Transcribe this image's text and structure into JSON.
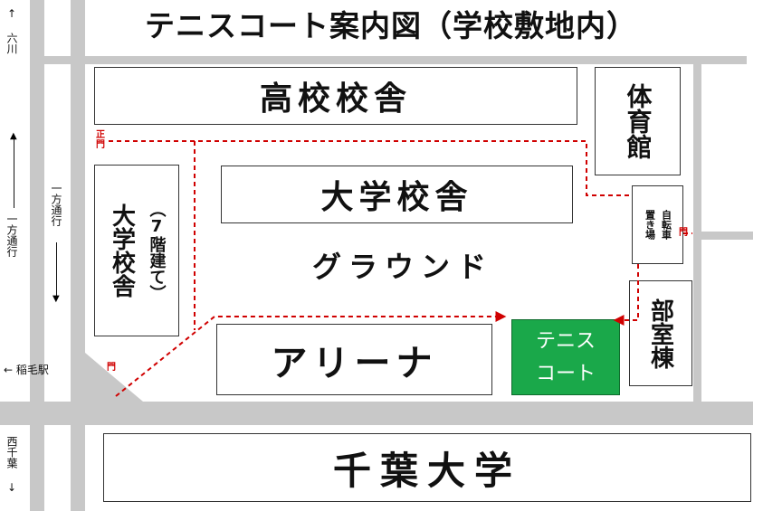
{
  "title": "テニスコート案内図（学校敷地内）",
  "buildings": {
    "high_school": "高校校舎",
    "gym": "体育館",
    "university_main": "大学校舎",
    "university_7f_name": "大学校舎",
    "university_7f_note": "（7階建て）",
    "bicycle_lot_line1": "自転車",
    "bicycle_lot_line2": "置き場",
    "club_building": "部室棟",
    "arena": "アリーナ",
    "chiba_univ": "千葉大学"
  },
  "ground": "グラウンド",
  "tennis": {
    "line1": "テニス",
    "line2": "コート"
  },
  "gates": {
    "main_gate": "正門",
    "side_gate_left": "門",
    "side_gate_right": "門"
  },
  "roads": {
    "rokusen": "↑ 六川",
    "oneway_1": "一方通行",
    "oneway_2": "一方通行",
    "inage": "← 稲毛駅",
    "nishichiba": "西千葉 ↓"
  },
  "colors": {
    "route": "#d00000",
    "tennis": "#1aa84a",
    "road": "#c8c8c8"
  }
}
